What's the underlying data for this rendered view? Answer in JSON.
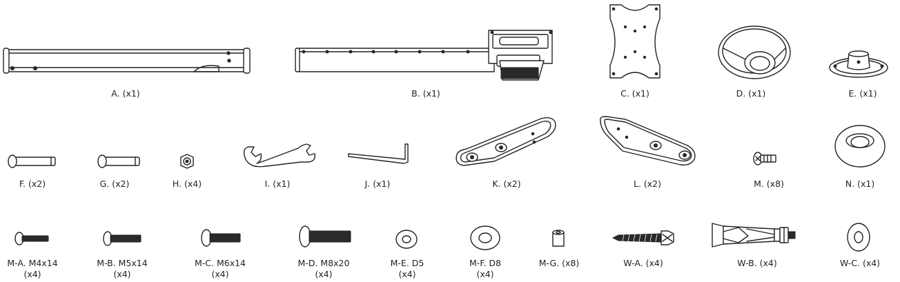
{
  "parts": {
    "a": "A. (x1)",
    "b": "B. (x1)",
    "c": "C. (x1)",
    "d": "D. (x1)",
    "e": "E. (x1)",
    "f": "F. (x2)",
    "g": "G. (x2)",
    "h": "H. (x4)",
    "i": "I. (x1)",
    "j": "J. (x1)",
    "k": "K. (x2)",
    "l": "L. (x2)",
    "m": "M. (x8)",
    "n": "N. (x1)",
    "ma_1": "M-A. M4x14",
    "ma_2": "(x4)",
    "mb_1": "M-B. M5x14",
    "mb_2": "(x4)",
    "mc_1": "M-C. M6x14",
    "mc_2": "(x4)",
    "md_1": "M-D. M8x20",
    "md_2": "(x4)",
    "me_1": "M-E. D5",
    "me_2": "(x4)",
    "mf_1": "M-F. D8",
    "mf_2": "(x4)",
    "mg": "M-G. (x8)",
    "wa": "W-A. (x4)",
    "wb": "W-B. (x4)",
    "wc": "W-C. (x4)"
  },
  "icons": [
    "tube-icon",
    "extension-arm-icon",
    "vesa-plate-icon",
    "ceiling-cover-icon",
    "ceiling-base-icon",
    "pin-icon",
    "nut-icon",
    "wrench-icon",
    "hex-key-icon",
    "bracket-arm-icon",
    "screw-icon",
    "cover-disc-icon",
    "washer-icon",
    "spacer-icon",
    "lag-bolt-icon",
    "anchor-bolt-icon"
  ]
}
